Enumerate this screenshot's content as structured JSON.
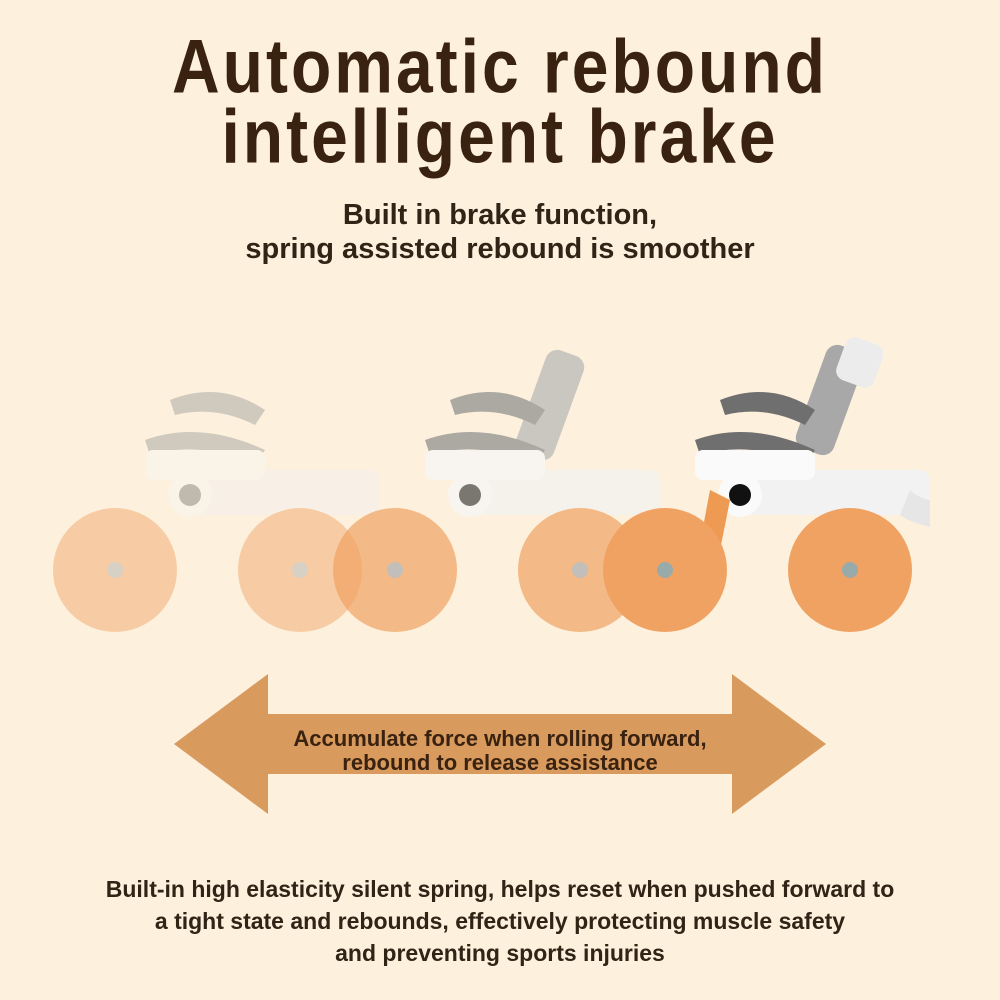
{
  "heading": {
    "line1": "Automatic rebound",
    "line2": "intelligent brake"
  },
  "subheading": {
    "line1": "Built in brake function,",
    "line2": "spring assisted rebound is smoother"
  },
  "product_image": {
    "description": "Ab roller with orange wheels shown in three overlapping motion positions",
    "colors": {
      "wheel": "#f0a262",
      "frame": "#f4f4f4",
      "pad": "#8a8a8a",
      "background": "#fdf0dd"
    }
  },
  "arrow_banner": {
    "line1": "Accumulate force when rolling forward,",
    "line2": "rebound to release assistance",
    "color": "#d99a5e"
  },
  "description": {
    "line1": "Built-in high elasticity silent spring, helps reset when pushed forward to",
    "line2": "a tight state and rebounds, effectively protecting muscle safety",
    "line3": "and preventing sports injuries"
  }
}
